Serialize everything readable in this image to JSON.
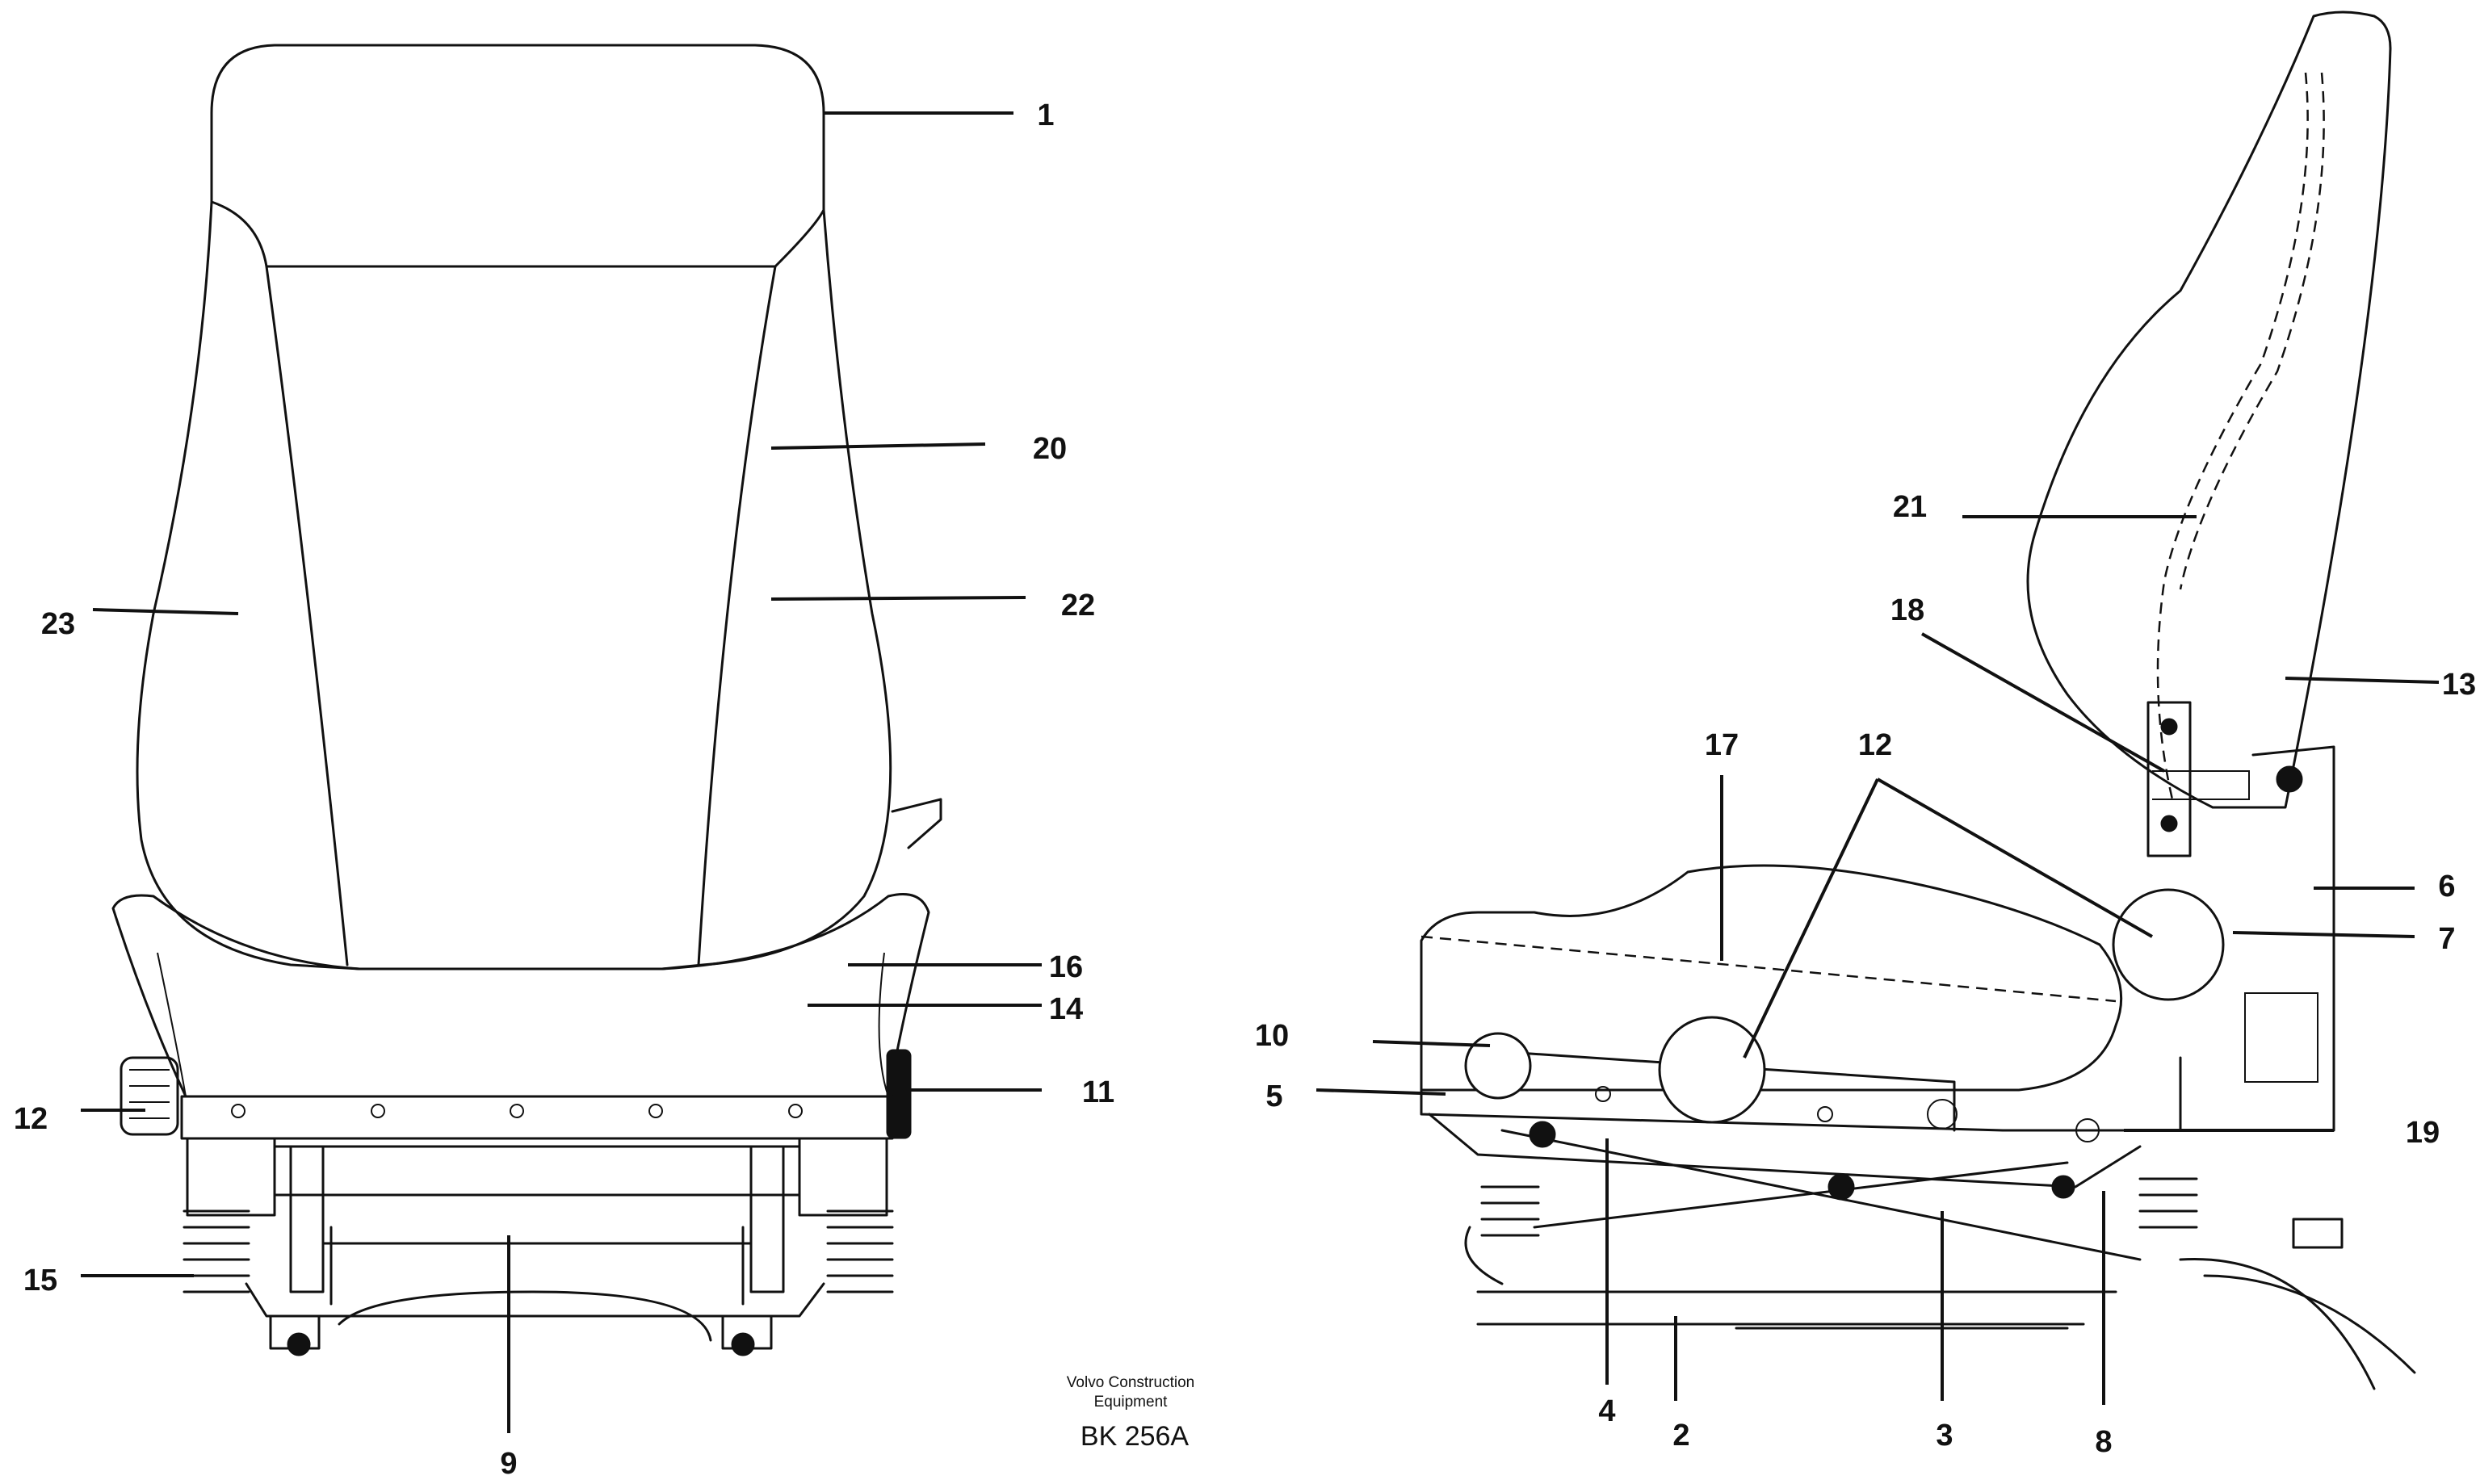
{
  "callouts": {
    "front_1": "1",
    "front_20": "20",
    "front_22": "22",
    "front_23": "23",
    "front_16": "16",
    "front_14": "14",
    "front_12": "12",
    "front_11": "11",
    "front_15": "15",
    "front_9": "9",
    "side_21": "21",
    "side_18": "18",
    "side_13": "13",
    "side_17": "17",
    "side_12": "12",
    "side_6": "6",
    "side_7": "7",
    "side_10": "10",
    "side_5": "5",
    "side_19": "19",
    "side_4": "4",
    "side_2": "2",
    "side_3": "3",
    "side_8": "8"
  },
  "caption": {
    "line1": "Volvo Construction",
    "line2": "Equipment",
    "code": "BK 256A"
  },
  "icons": {
    "front_view": "seat-front-view-drawing",
    "side_view": "seat-side-view-drawing"
  }
}
